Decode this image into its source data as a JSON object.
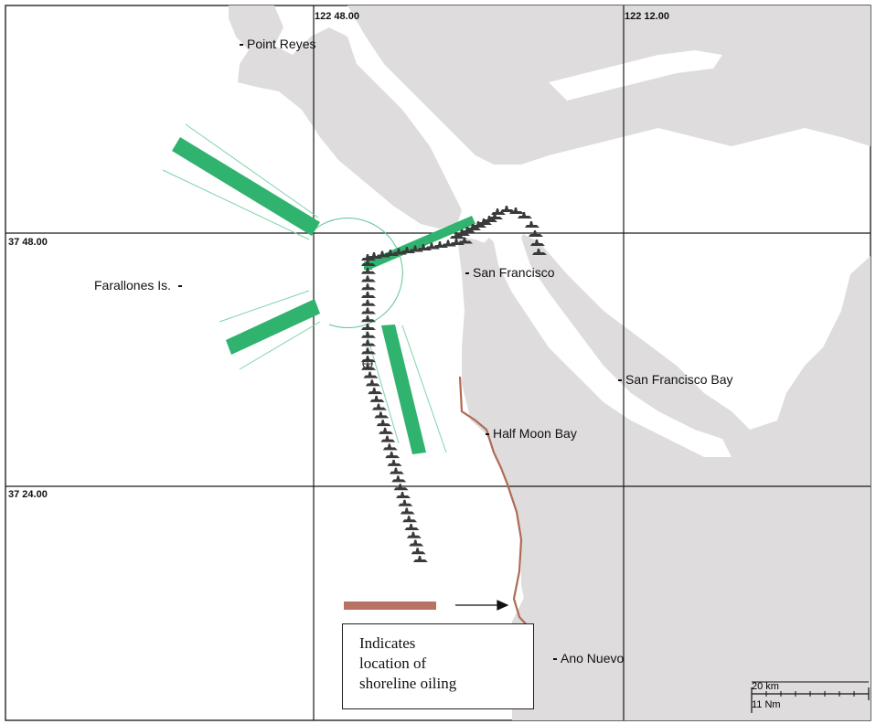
{
  "map": {
    "grid_labels": {
      "lon_1": "122 48.00",
      "lon_2": "122 12.00",
      "lat_1": "37 48.00",
      "lat_2": "37 24.00"
    },
    "places": {
      "point_reyes": "Point Reyes",
      "farallones": "Farallones Is.",
      "san_francisco": "San Francisco",
      "sf_bay": "San Francisco Bay",
      "half_moon_bay": "Half Moon Bay",
      "ano_nuevo": "Ano Nuevo"
    },
    "legend": {
      "line1": "Indicates",
      "line2": "location of",
      "line3": "shoreline oiling"
    },
    "scale": {
      "km": "20 km",
      "nm": "11 Nm"
    },
    "colors": {
      "land": "#dedcdc",
      "water": "#ffffff",
      "grid": "#1a1a1a",
      "wind_rose": "#2fb36e",
      "trajectory": "#3a3a3a",
      "oiling": "#b06a55"
    }
  }
}
